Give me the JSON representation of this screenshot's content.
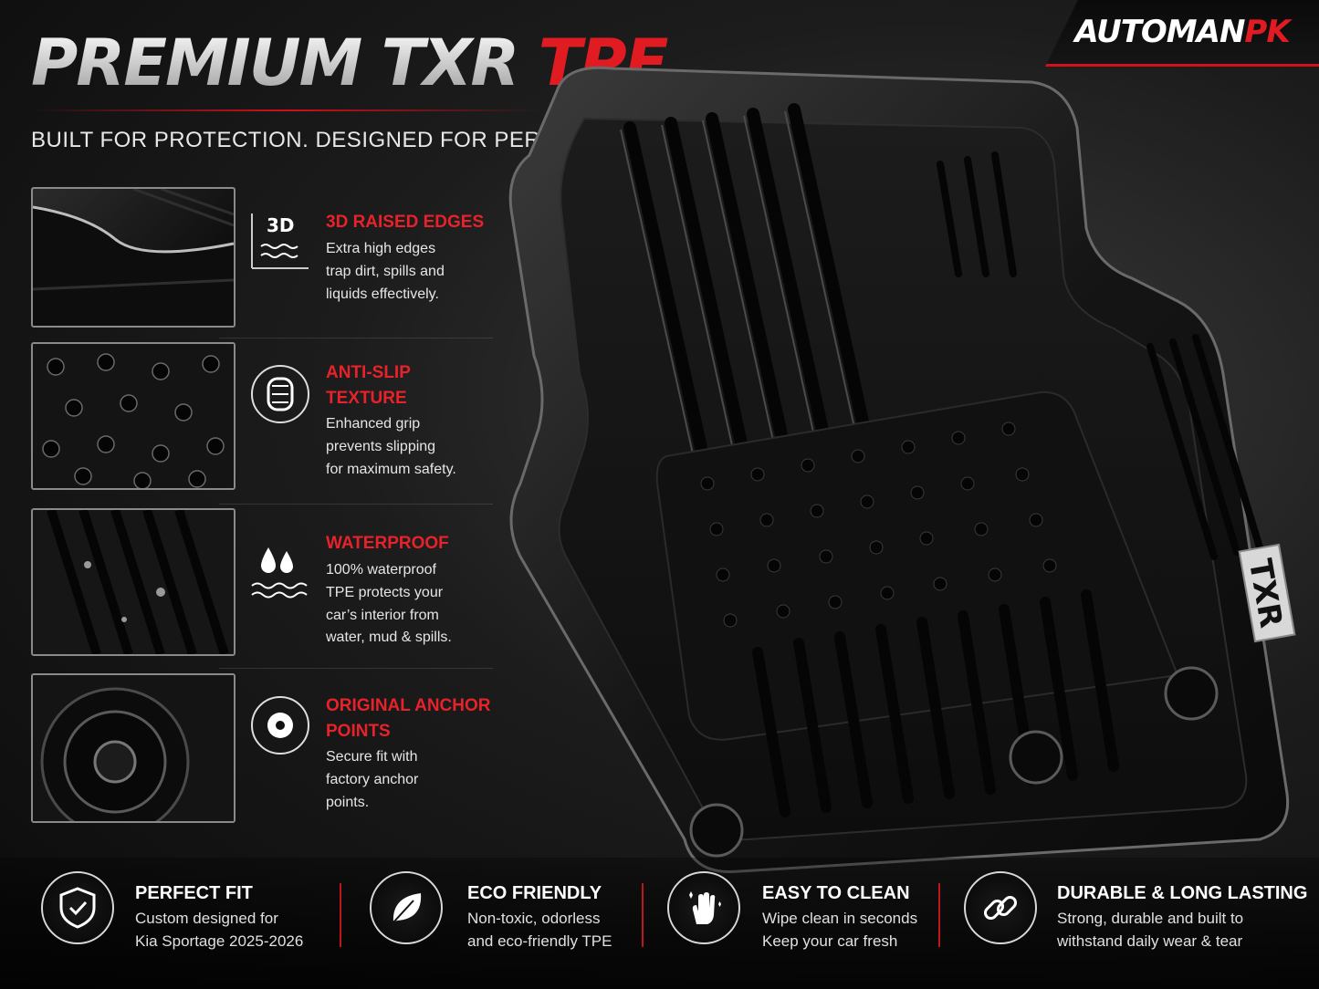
{
  "brand": {
    "name_main": "AUTOMAN",
    "name_accent": "PK"
  },
  "headline": {
    "part1": "PREMIUM TXR ",
    "part2": "TPE"
  },
  "subheadline": "BUILT FOR PROTECTION. DESIGNED FOR PERFECT FIT.",
  "mat_logo_text": "TXR",
  "features": [
    {
      "icon": "3d-waves-icon",
      "icon_label": "3D",
      "title_lines": [
        "3D RAISED EDGES"
      ],
      "desc_lines": [
        "Extra high edges",
        "trap dirt, spills and",
        "liquids effectively."
      ]
    },
    {
      "icon": "tire-tread-icon",
      "title_lines": [
        "ANTI-SLIP",
        "TEXTURE"
      ],
      "desc_lines": [
        "Enhanced grip",
        "prevents slipping",
        "for maximum safety."
      ]
    },
    {
      "icon": "water-drops-icon",
      "title_lines": [
        "WATERPROOF"
      ],
      "desc_lines": [
        "100% waterproof",
        "TPE protects your",
        "car’s interior from",
        "water, mud & spills."
      ]
    },
    {
      "icon": "anchor-point-icon",
      "title_lines": [
        "ORIGINAL ANCHOR",
        "POINTS"
      ],
      "desc_lines": [
        "Secure fit with",
        "factory anchor",
        "points."
      ]
    }
  ],
  "benefits": [
    {
      "icon": "shield-icon",
      "title": "PERFECT FIT",
      "desc_lines": [
        "Custom designed for",
        "Kia Sportage 2025-2026"
      ]
    },
    {
      "icon": "leaf-icon",
      "title": "ECO FRIENDLY",
      "desc_lines": [
        "Non-toxic, odorless",
        "and eco-friendly TPE"
      ]
    },
    {
      "icon": "clean-hand-icon",
      "title": "EASY TO CLEAN",
      "desc_lines": [
        "Wipe clean in seconds",
        "Keep your car fresh"
      ]
    },
    {
      "icon": "chain-link-icon",
      "title": "DURABLE & LONG LASTING",
      "desc_lines": [
        "Strong, durable and built to",
        "withstand daily wear & tear"
      ]
    }
  ],
  "colors": {
    "accent": "#e01b22",
    "background": "#141414"
  }
}
